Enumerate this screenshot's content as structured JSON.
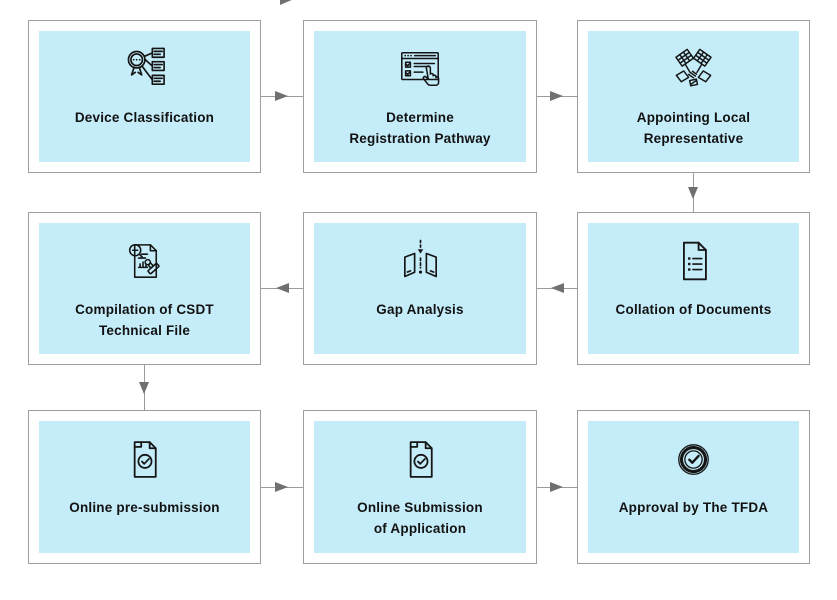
{
  "diagram": {
    "kind": "process-flowchart",
    "steps": [
      {
        "line1": "Device Classification",
        "icon": "device-classification-icon",
        "row": 1,
        "col": 1
      },
      {
        "line1": "Determine",
        "line2": "Registration Pathway",
        "icon": "registration-pathway-icon",
        "row": 1,
        "col": 2
      },
      {
        "line1": "Appointing Local",
        "line2": "Representative",
        "icon": "handshake-flags-icon",
        "row": 1,
        "col": 3
      },
      {
        "line1": "Collation of Documents",
        "icon": "document-list-icon",
        "row": 2,
        "col": 3
      },
      {
        "line1": "Gap Analysis",
        "icon": "gap-analysis-icon",
        "row": 2,
        "col": 2
      },
      {
        "line1": "Compilation of CSDT",
        "line2": "Technical File",
        "icon": "document-stamp-icon",
        "row": 2,
        "col": 1
      },
      {
        "line1": "Online pre-submission",
        "icon": "document-check-icon",
        "row": 3,
        "col": 1
      },
      {
        "line1": "Online Submission",
        "line2": "of Application",
        "icon": "document-check-icon",
        "row": 3,
        "col": 2
      },
      {
        "line1": "Approval by The TFDA",
        "icon": "approval-seal-icon",
        "row": 3,
        "col": 3
      }
    ],
    "flow_order": [
      "Device Classification",
      "Determine Registration Pathway",
      "Appointing Local Representative",
      "Collation of Documents",
      "Gap Analysis",
      "Compilation of CSDT Technical File",
      "Online pre-submission",
      "Online Submission of Application",
      "Approval by The TFDA"
    ],
    "style": {
      "box_fill": "#c5ecf9",
      "box_border": "#9e9e9e",
      "arrow_line": "#9b9b9b",
      "arrow_head": "#707070",
      "icon_stroke": "#151515",
      "text_color": "#121212"
    }
  }
}
